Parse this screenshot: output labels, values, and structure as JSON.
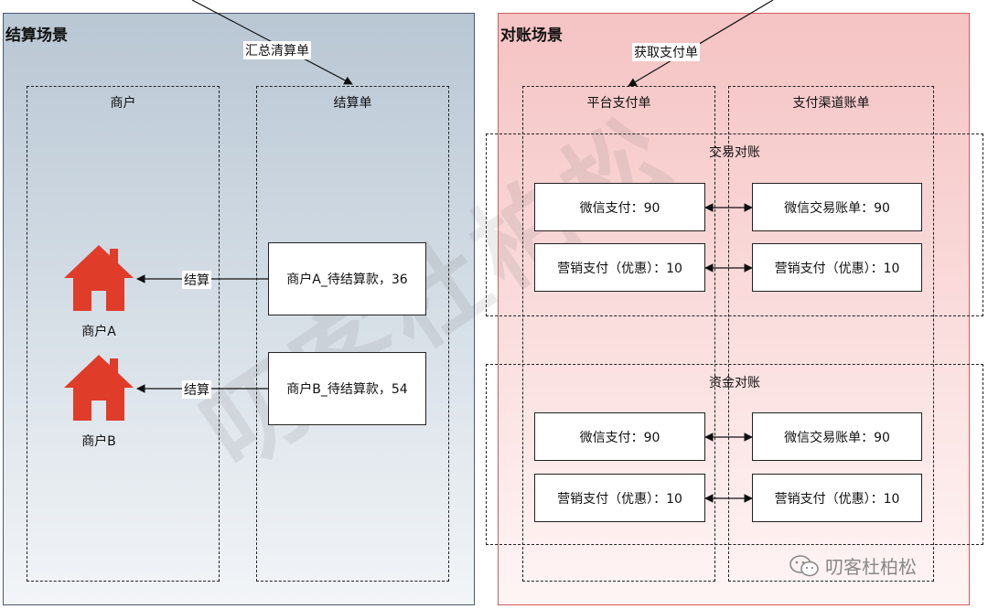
{
  "settlement": {
    "title": "结算场景",
    "summary_label": "汇总清算单",
    "merchant_group": "商户",
    "bill_group": "结算单",
    "merchants": [
      {
        "name": "商户A",
        "bill": "商户A_待结算款，36",
        "action": "结算"
      },
      {
        "name": "商户B",
        "bill": "商户B_待结算款，54",
        "action": "结算"
      }
    ]
  },
  "reconcile": {
    "title": "对账场景",
    "fetch_label": "获取支付单",
    "platform_group": "平台支付单",
    "channel_group": "支付渠道账单",
    "sections": [
      {
        "title": "交易对账",
        "rows": [
          {
            "left": "微信支付：90",
            "right": "微信交易账单：90"
          },
          {
            "left": "营销支付（优惠）：10",
            "right": "营销支付（优惠）：10"
          }
        ]
      },
      {
        "title": "资金对账",
        "rows": [
          {
            "left": "微信支付：90",
            "right": "微信交易账单：90"
          },
          {
            "left": "营销支付（优惠）：10",
            "right": "营销支付（优惠）：10"
          }
        ]
      }
    ]
  },
  "watermark": {
    "diagonal": "叨客杜柏松",
    "corner": "叨客杜柏松"
  },
  "colors": {
    "house": "#e03c2a",
    "left_border": "#4b5a6c",
    "right_border": "#d65b5b"
  }
}
